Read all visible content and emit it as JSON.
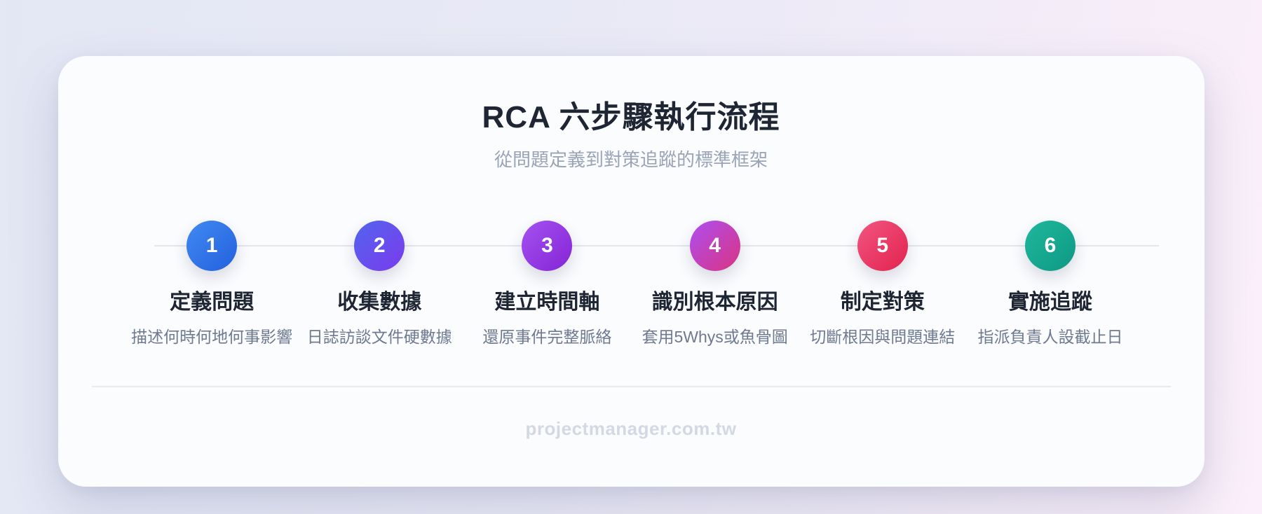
{
  "card": {
    "title": "RCA 六步驟執行流程",
    "subtitle": "從問題定義到對策追蹤的標準框架",
    "footer": "projectmanager.com.tw"
  },
  "steps": [
    {
      "number": "1",
      "title": "定義問題",
      "description": "描述何時何地何事影響",
      "color_start": "#418af2",
      "color_end": "#2360dd"
    },
    {
      "number": "2",
      "title": "收集數據",
      "description": "日誌訪談文件硬數據",
      "color_start": "#5165ee",
      "color_end": "#7c3aed"
    },
    {
      "number": "3",
      "title": "建立時間軸",
      "description": "還原事件完整脈絡",
      "color_start": "#a452f2",
      "color_end": "#8524d4"
    },
    {
      "number": "4",
      "title": "識別根本原因",
      "description": "套用5Whys或魚骨圖",
      "color_start": "#ae4ef2",
      "color_end": "#d93481"
    },
    {
      "number": "5",
      "title": "制定對策",
      "description": "切斷根因與問題連結",
      "color_start": "#f25580",
      "color_end": "#e2224f"
    },
    {
      "number": "6",
      "title": "實施追蹤",
      "description": "指派負責人設截止日",
      "color_start": "#1fb89c",
      "color_end": "#0e9884"
    }
  ],
  "colors": {
    "background_left": "#e3e7f4",
    "background_right": "#fbeffa",
    "card_background": "#fbfcfe",
    "title_text": "#1e2533",
    "subtitle_text": "#9aa4b7",
    "step_title_text": "#1e2533",
    "step_description_text": "#6e7a90",
    "connector_line": "#e4e6eb",
    "divider": "#e9ebf0",
    "footer_text": "#d3d8e3"
  }
}
